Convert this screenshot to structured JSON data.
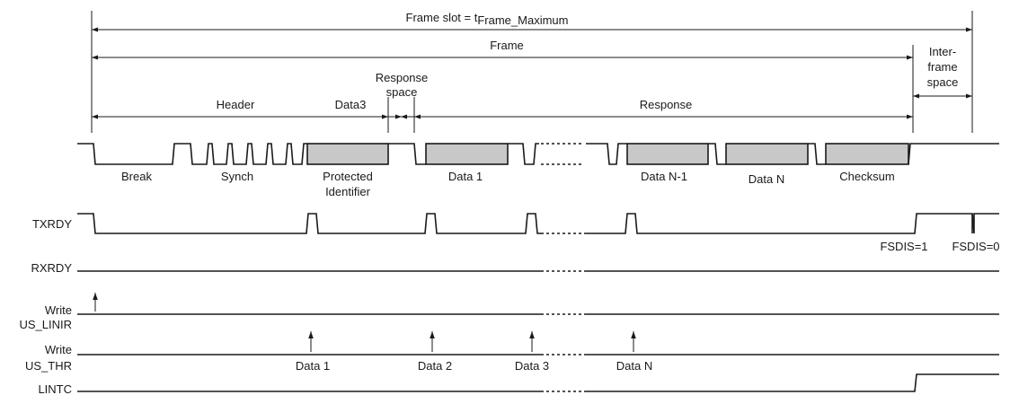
{
  "timing": {
    "frame_slot_main": "Frame slot = t",
    "frame_slot_sub": "Frame_Maximum",
    "frame": "Frame",
    "interframe": [
      "Inter-",
      "frame",
      "space"
    ],
    "header": "Header",
    "data3_top": "Data3",
    "response_space": [
      "Response",
      "space"
    ],
    "response": "Response"
  },
  "bus": {
    "break": "Break",
    "synch": "Synch",
    "protected_identifier": [
      "Protected",
      "Identifier"
    ],
    "data1": "Data 1",
    "data_n_1": "Data N-1",
    "data_n": "Data N",
    "checksum": "Checksum"
  },
  "signals": {
    "txrdy": "TXRDY",
    "rxrdy": "RXRDY",
    "write_linir": [
      "Write",
      "US_LINIR"
    ],
    "write_thr": [
      "Write",
      "US_THR"
    ],
    "lintc": "LINTC"
  },
  "txrdy_notes": {
    "fsdis1": "FSDIS=1",
    "fsdis0": "FSDIS=0"
  },
  "thr_writes": [
    "Data 1",
    "Data 2",
    "Data 3",
    "Data N"
  ]
}
